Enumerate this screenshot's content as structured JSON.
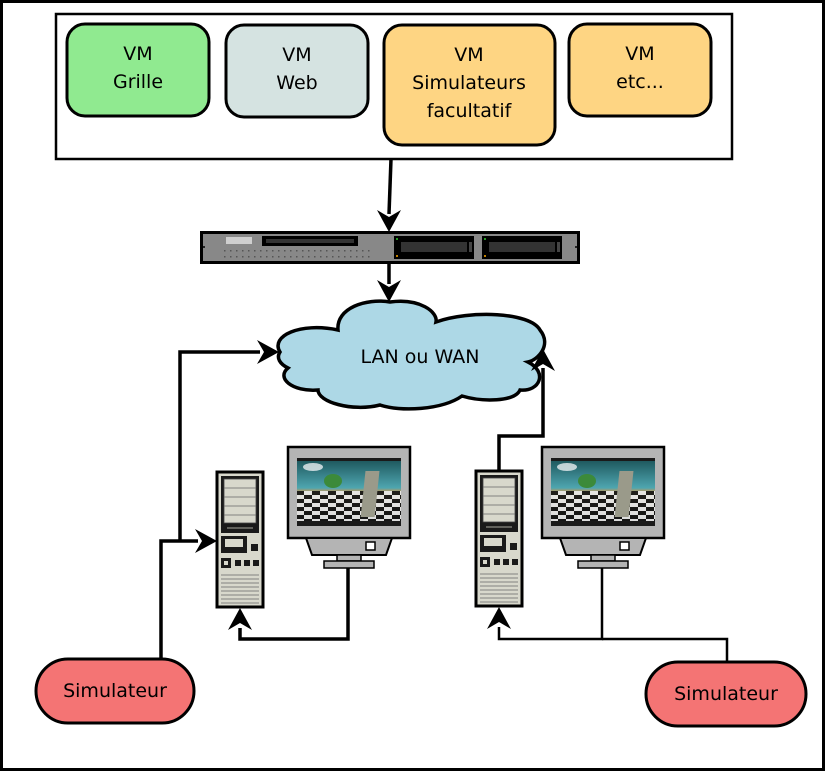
{
  "diagram": {
    "vm_group": {
      "vms": [
        {
          "line1": "VM",
          "line2": "Grille",
          "line3": "",
          "color": "#90ea90"
        },
        {
          "line1": "VM",
          "line2": "Web",
          "line3": "",
          "color": "#d5e3e1"
        },
        {
          "line1": "VM",
          "line2": "Simulateurs",
          "line3": "facultatif",
          "color": "#fed583"
        },
        {
          "line1": "VM",
          "line2": "etc...",
          "line3": "",
          "color": "#fed583"
        }
      ]
    },
    "server": {
      "name": "rack-server"
    },
    "network": {
      "label": "LAN ou WAN",
      "color": "#add8e6"
    },
    "simulators": [
      {
        "label": "Simulateur",
        "color": "#f47474"
      },
      {
        "label": "Simulateur",
        "color": "#f47474"
      }
    ],
    "colors": {
      "tower": "#d8d8cc",
      "monitor": "#b4b4b4",
      "server": "#888888"
    }
  }
}
